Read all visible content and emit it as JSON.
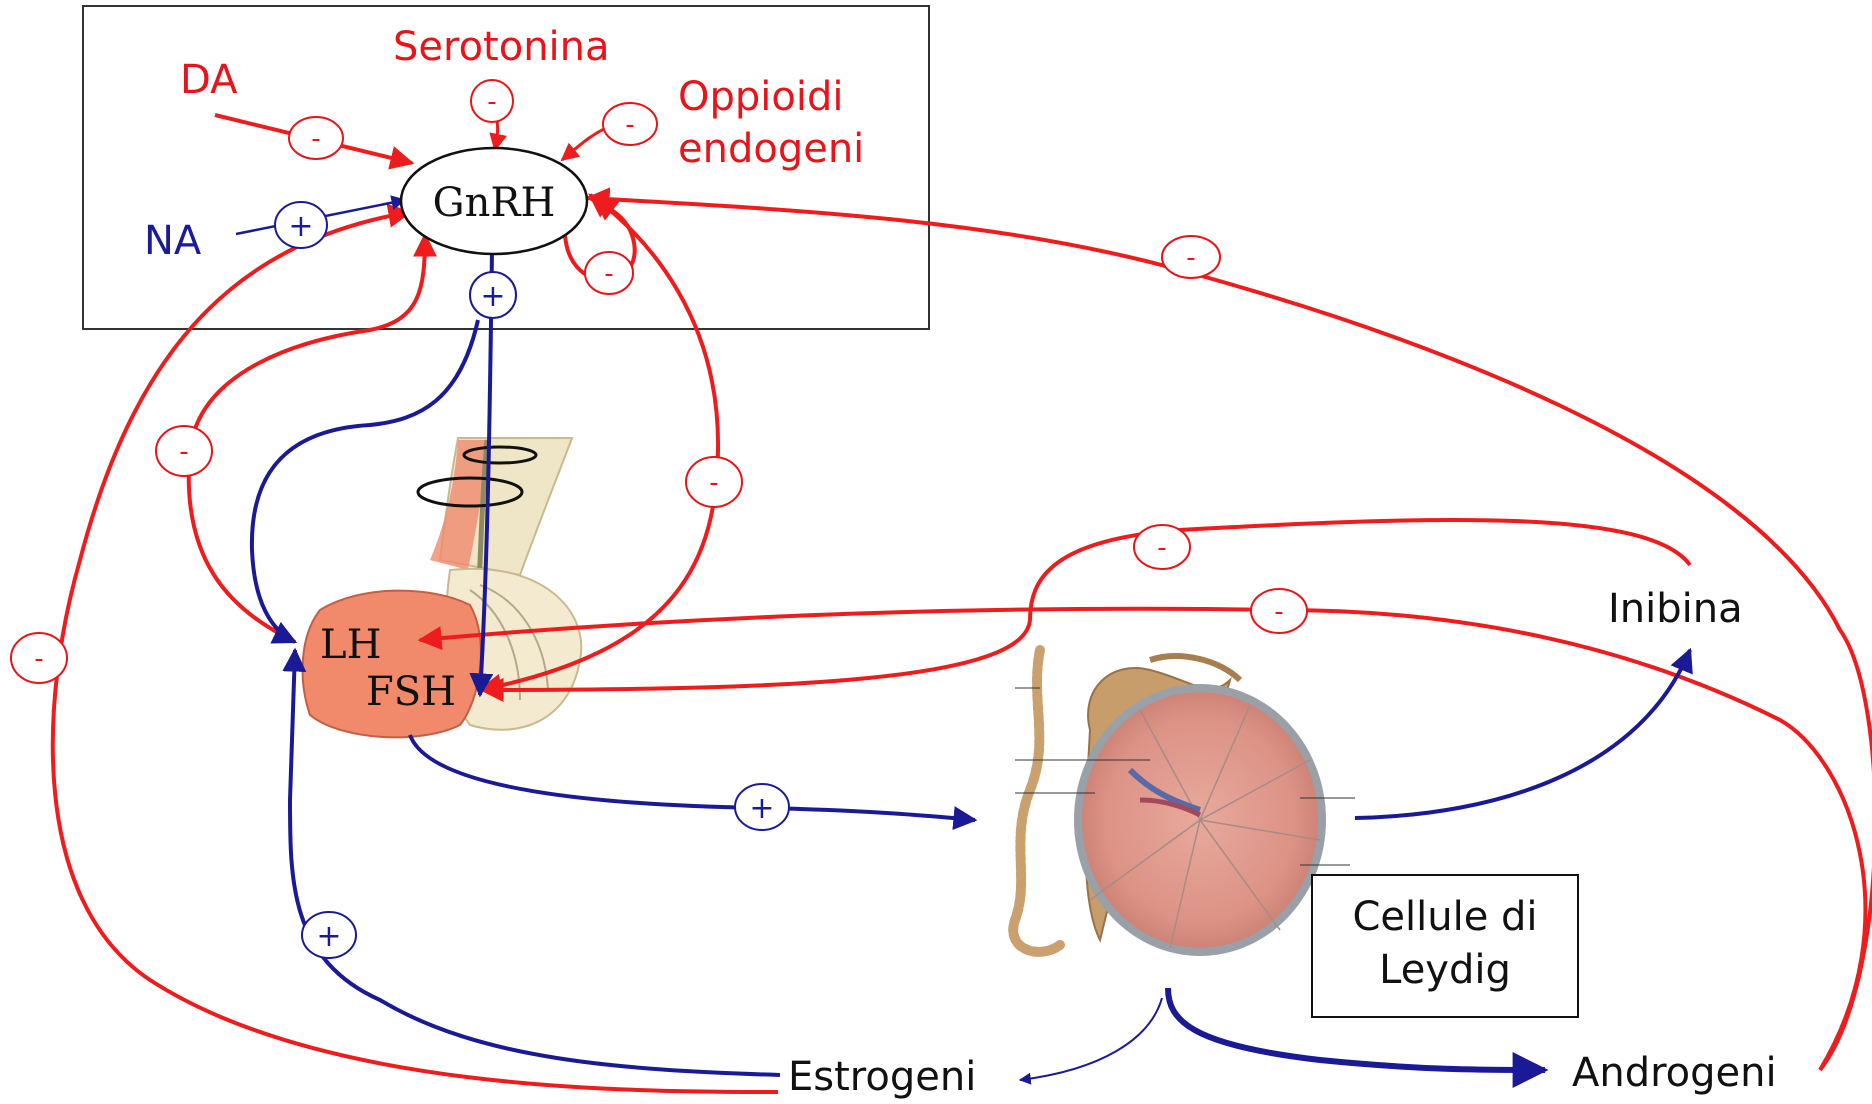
{
  "hypothalamus": {
    "center_label": "GnRH",
    "inputs": {
      "da": "DA",
      "serotonina": "Serotonina",
      "oppioidi_line1": "Oppioidi",
      "oppioidi_line2": "endogeni",
      "na": "NA"
    }
  },
  "pituitary": {
    "lh": "LH",
    "fsh": "FSH"
  },
  "testis": {
    "leydig_line1": "Cellule di",
    "leydig_line2": "Leydig"
  },
  "outputs": {
    "inibina": "Inibina",
    "androgeni": "Androgeni",
    "estrogeni": "Estrogeni"
  },
  "signs": {
    "minus": "-",
    "plus": "+"
  },
  "colors": {
    "inhibition": "#ee1c1c",
    "stimulation": "#1a1a96"
  }
}
